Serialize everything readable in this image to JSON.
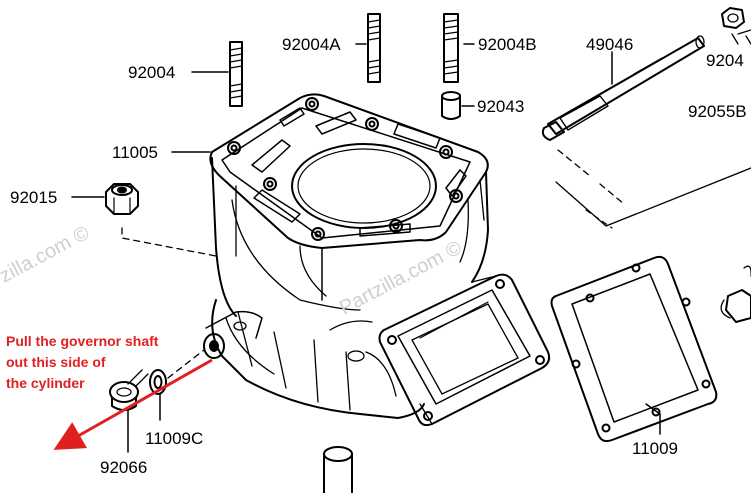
{
  "part_labels": [
    {
      "id": "92004",
      "text": "92004"
    },
    {
      "id": "92004A",
      "text": "92004A"
    },
    {
      "id": "92004B",
      "text": "92004B"
    },
    {
      "id": "49046",
      "text": "49046"
    },
    {
      "id": "92043",
      "text": "92043"
    },
    {
      "id": "11005",
      "text": "11005"
    },
    {
      "id": "92015",
      "text": "92015"
    },
    {
      "id": "92055B",
      "text": "92055B"
    },
    {
      "id": "92043b",
      "text": "9204"
    },
    {
      "id": "11009C",
      "text": "11009C"
    },
    {
      "id": "92066",
      "text": "92066"
    },
    {
      "id": "11009",
      "text": "11009"
    }
  ],
  "annotation": {
    "lines": [
      "Pull the governor shaft",
      "out this side of",
      "the cylinder"
    ],
    "color": "#e02020"
  },
  "watermarks": [
    "zilla.com ©",
    "Partzilla.com ©"
  ],
  "colors": {
    "line": "#000000",
    "watermark": "#cfcfcf",
    "arrow": "#e02020"
  }
}
